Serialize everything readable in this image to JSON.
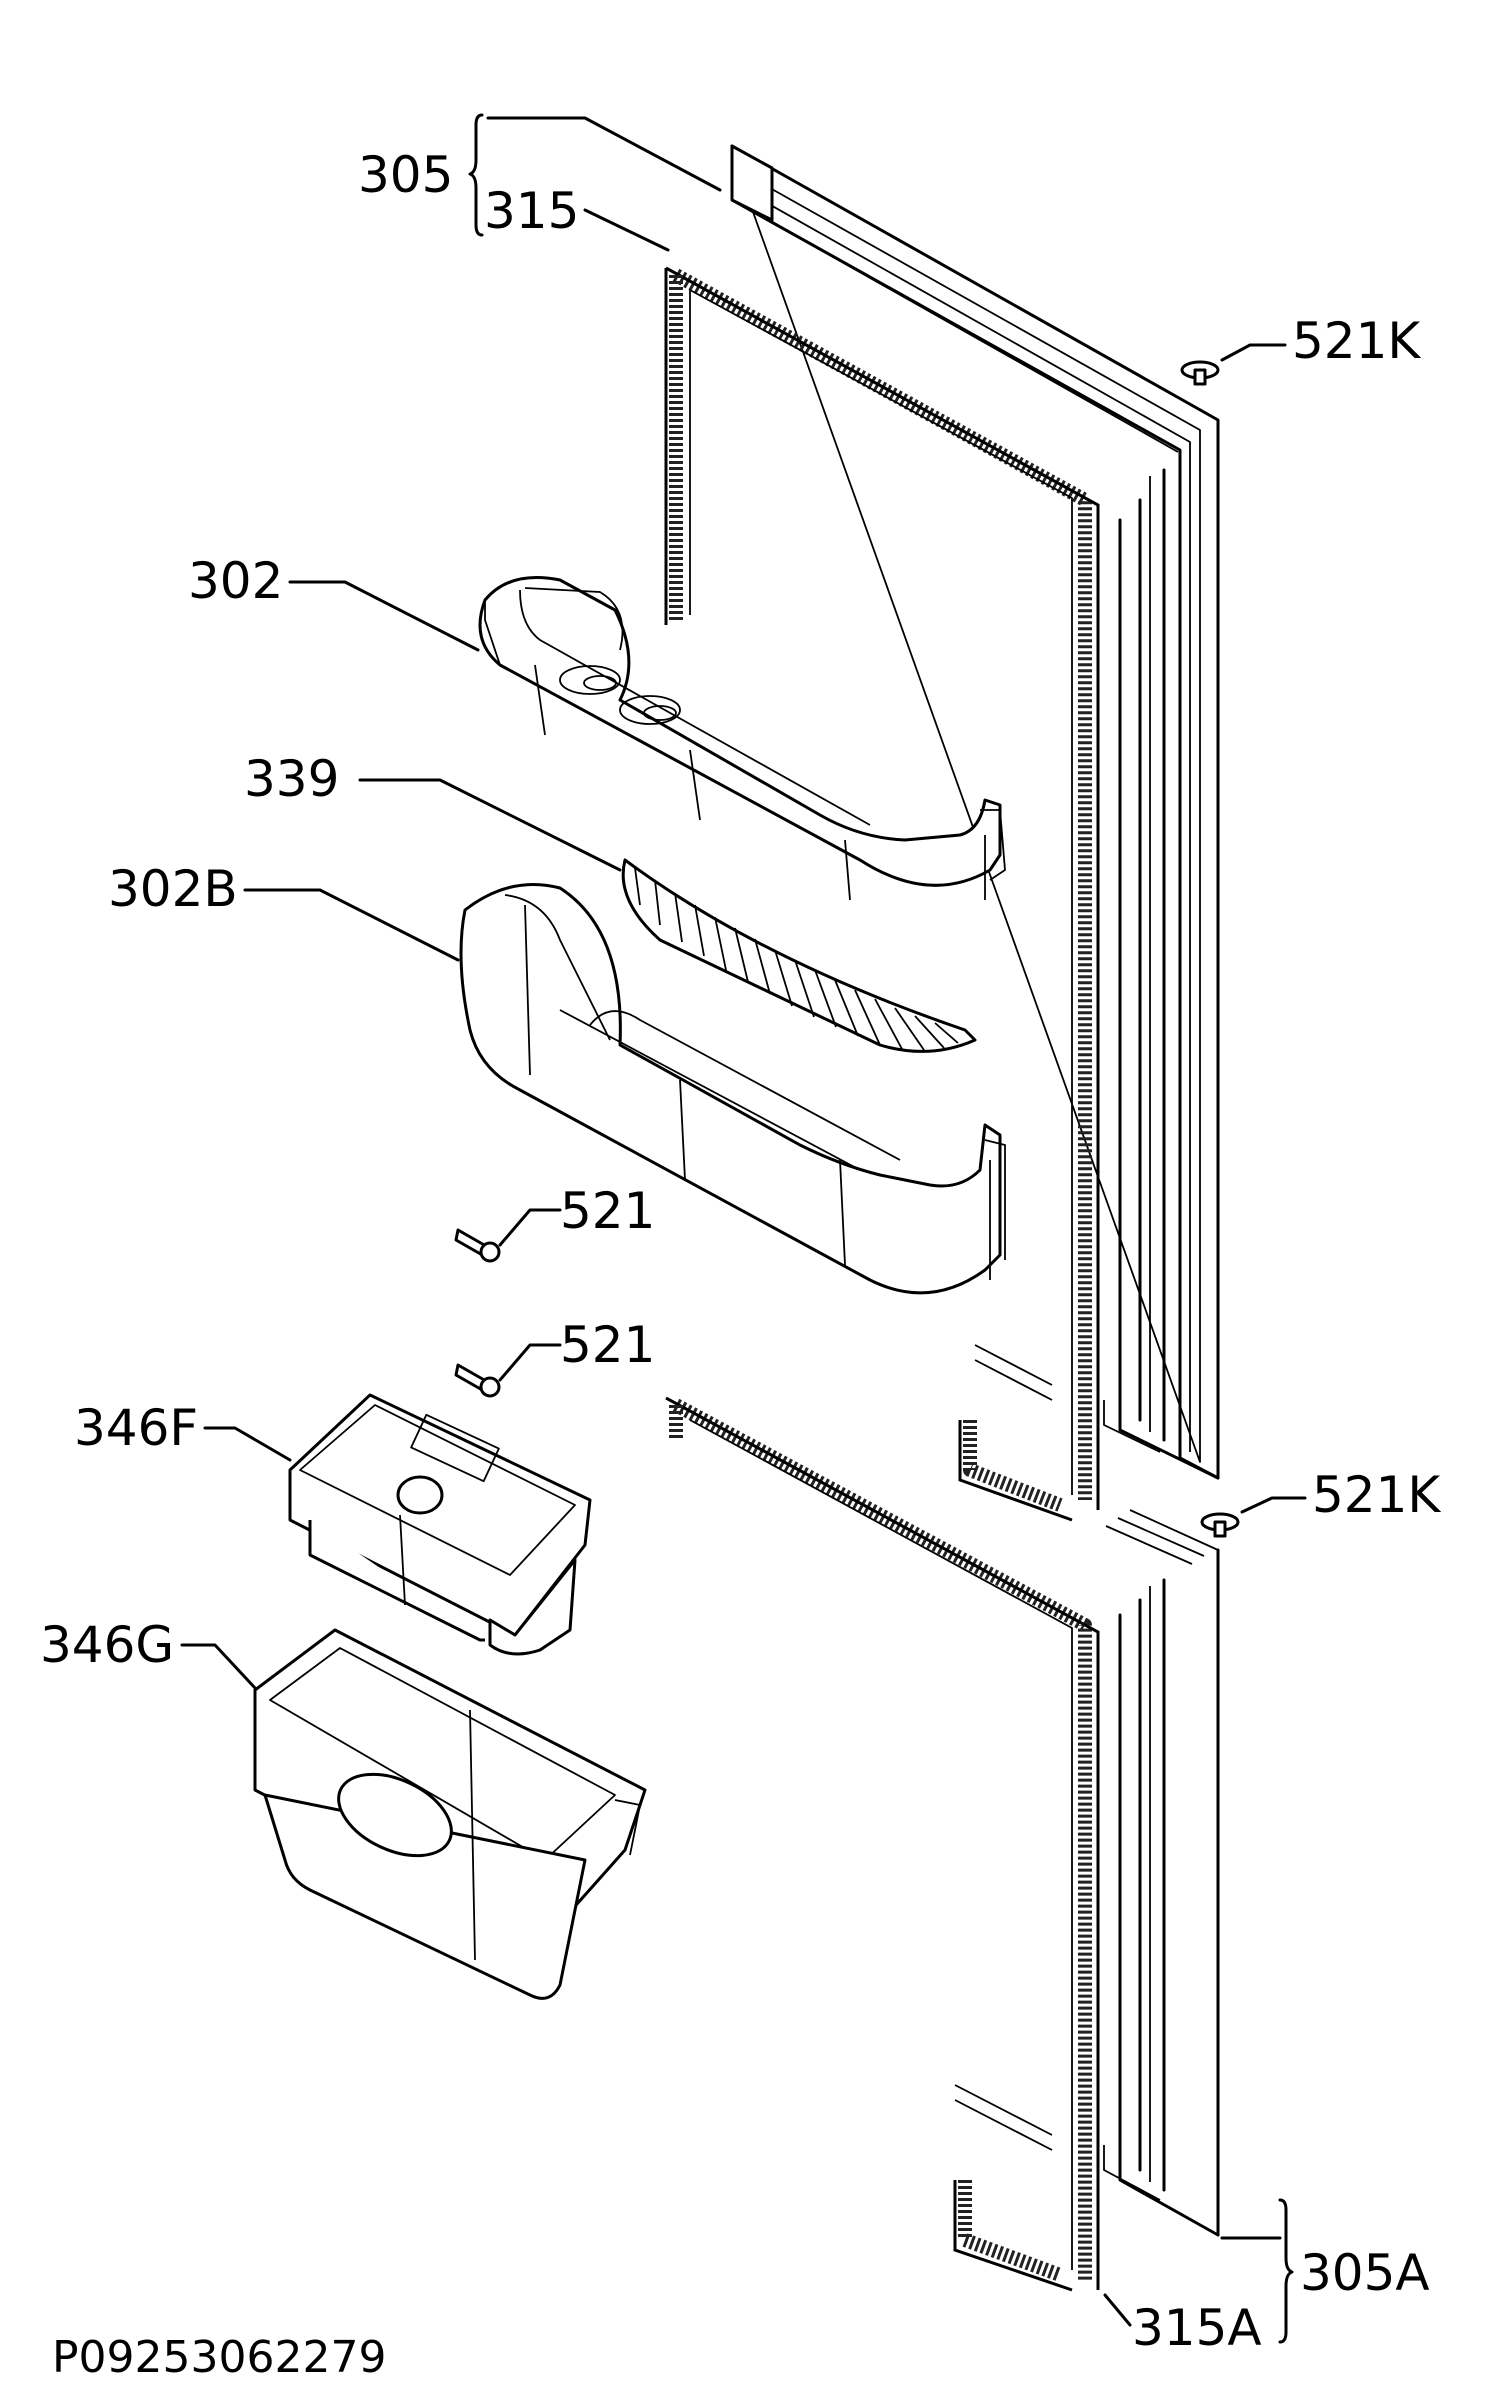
{
  "parts": {
    "p305": "305",
    "p315": "315",
    "p521K_top": "521K",
    "p302": "302",
    "p339": "339",
    "p302B": "302B",
    "p521_a": "521",
    "p521_b": "521",
    "p346F": "346F",
    "p521K_bottom": "521K",
    "p346G": "346G",
    "p305A": "305A",
    "p315A": "315A"
  },
  "drawing_code": "P09253062279"
}
